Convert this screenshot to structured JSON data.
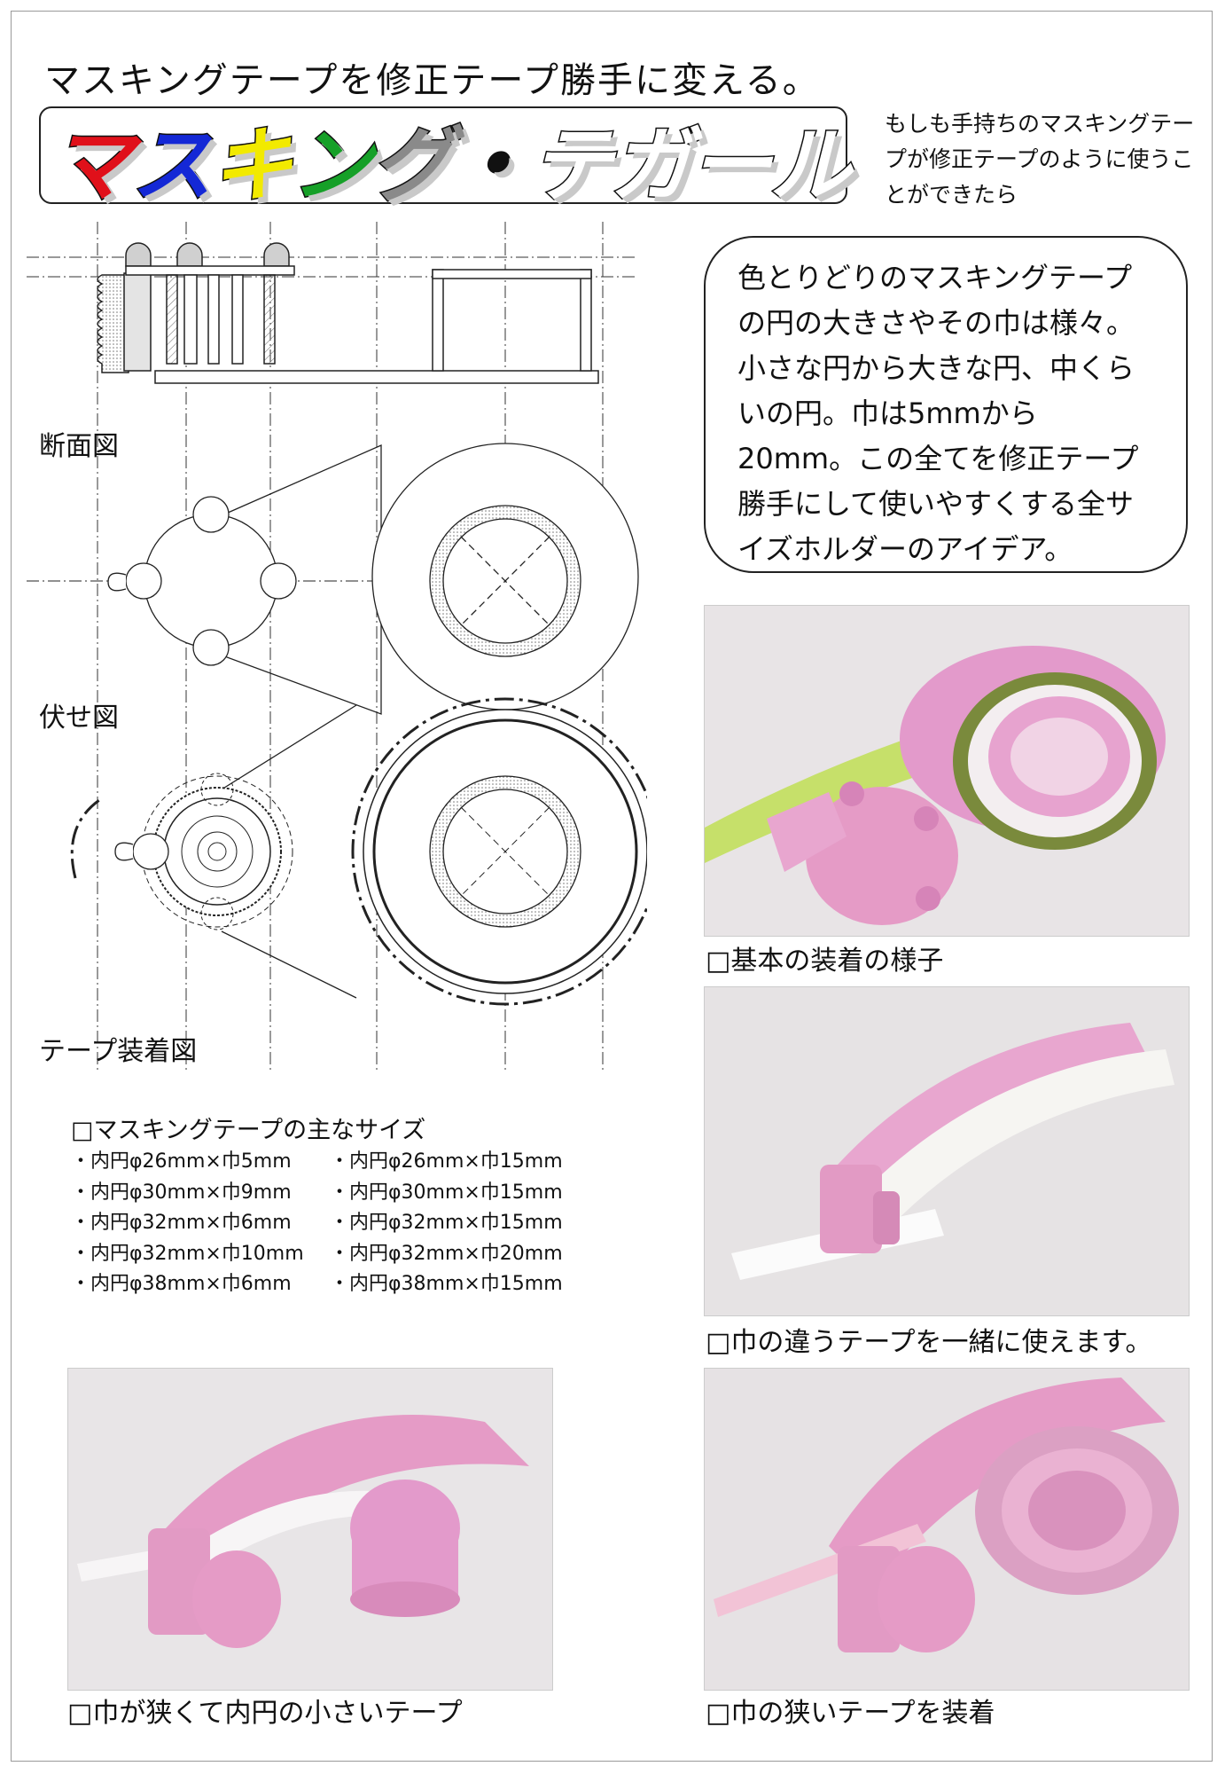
{
  "headline": "マスキングテープを修正テープ勝手に変える。",
  "title_parts": [
    {
      "text": "マ",
      "color": "#e0101a"
    },
    {
      "text": "ス",
      "color": "#1428d6"
    },
    {
      "text": "キ",
      "color": "#f2ea00"
    },
    {
      "text": "ン",
      "color": "#16a028"
    },
    {
      "text": "グ",
      "color": "#8a8a8a"
    },
    {
      "text": "・",
      "color": "#111111"
    },
    {
      "text": "テガール",
      "color": "#ffffff"
    }
  ],
  "tagline": "もしも手持ちのマスキングテープが修正テープのように使うことができたら",
  "bubble_text": "色とりどりのマスキングテープの円の大きさやその巾は様々。小さな円から大きな円、中くらいの円。巾は5mmから20mm。この全てを修正テープ勝手にして使いやすくする全サイズホルダーのアイデア。",
  "drawing_labels": {
    "section": "断面図",
    "plan": "伏せ図",
    "mounted": "テープ装着図"
  },
  "sizes": {
    "title": "□マスキングテープの主なサイズ",
    "rows": [
      [
        "・内円φ26mm×巾5mm",
        "・内円φ26mm×巾15mm"
      ],
      [
        "・内円φ30mm×巾9mm",
        "・内円φ30mm×巾15mm"
      ],
      [
        "・内円φ32mm×巾6mm",
        "・内円φ32mm×巾15mm"
      ],
      [
        "・内円φ32mm×巾10mm",
        "・内円φ32mm×巾20mm"
      ],
      [
        "・内円φ38mm×巾6mm",
        "・内円φ38mm×巾15mm"
      ]
    ]
  },
  "captions": {
    "photo1": "□基本の装着の様子",
    "photo2": "□巾の違うテープを一緒に使えます。",
    "photo3": "□巾が狭くて内円の小さいテープ",
    "photo4": "□巾の狭いテープを装着"
  },
  "colors": {
    "holder_pink": "#e59bc6",
    "photo_bg": "#e9e6e8"
  }
}
